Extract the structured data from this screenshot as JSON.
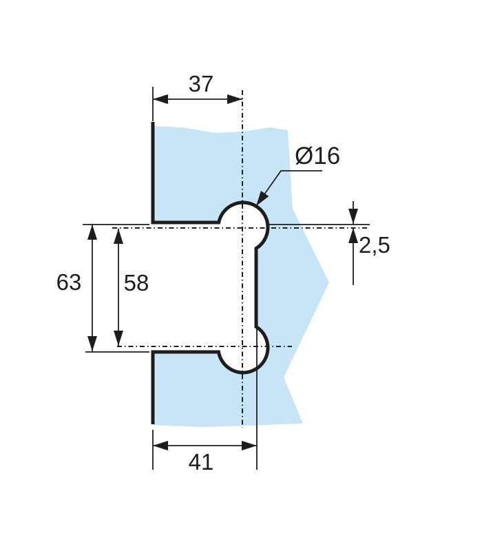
{
  "drawing": {
    "kind": "technical-dimension-drawing",
    "subject": "glass panel hinge cutout with two holes",
    "labels": {
      "dim_top_width": "37",
      "dim_bottom_width": "41",
      "dim_cutout_height": "63",
      "dim_hole_spacing": "58",
      "dim_edge_offset": "2,5",
      "dim_hole_diameter": "Ø16"
    },
    "colors": {
      "glass_fill": "#c8e5f8",
      "line": "#1d1d1b",
      "background": "#ffffff"
    }
  }
}
